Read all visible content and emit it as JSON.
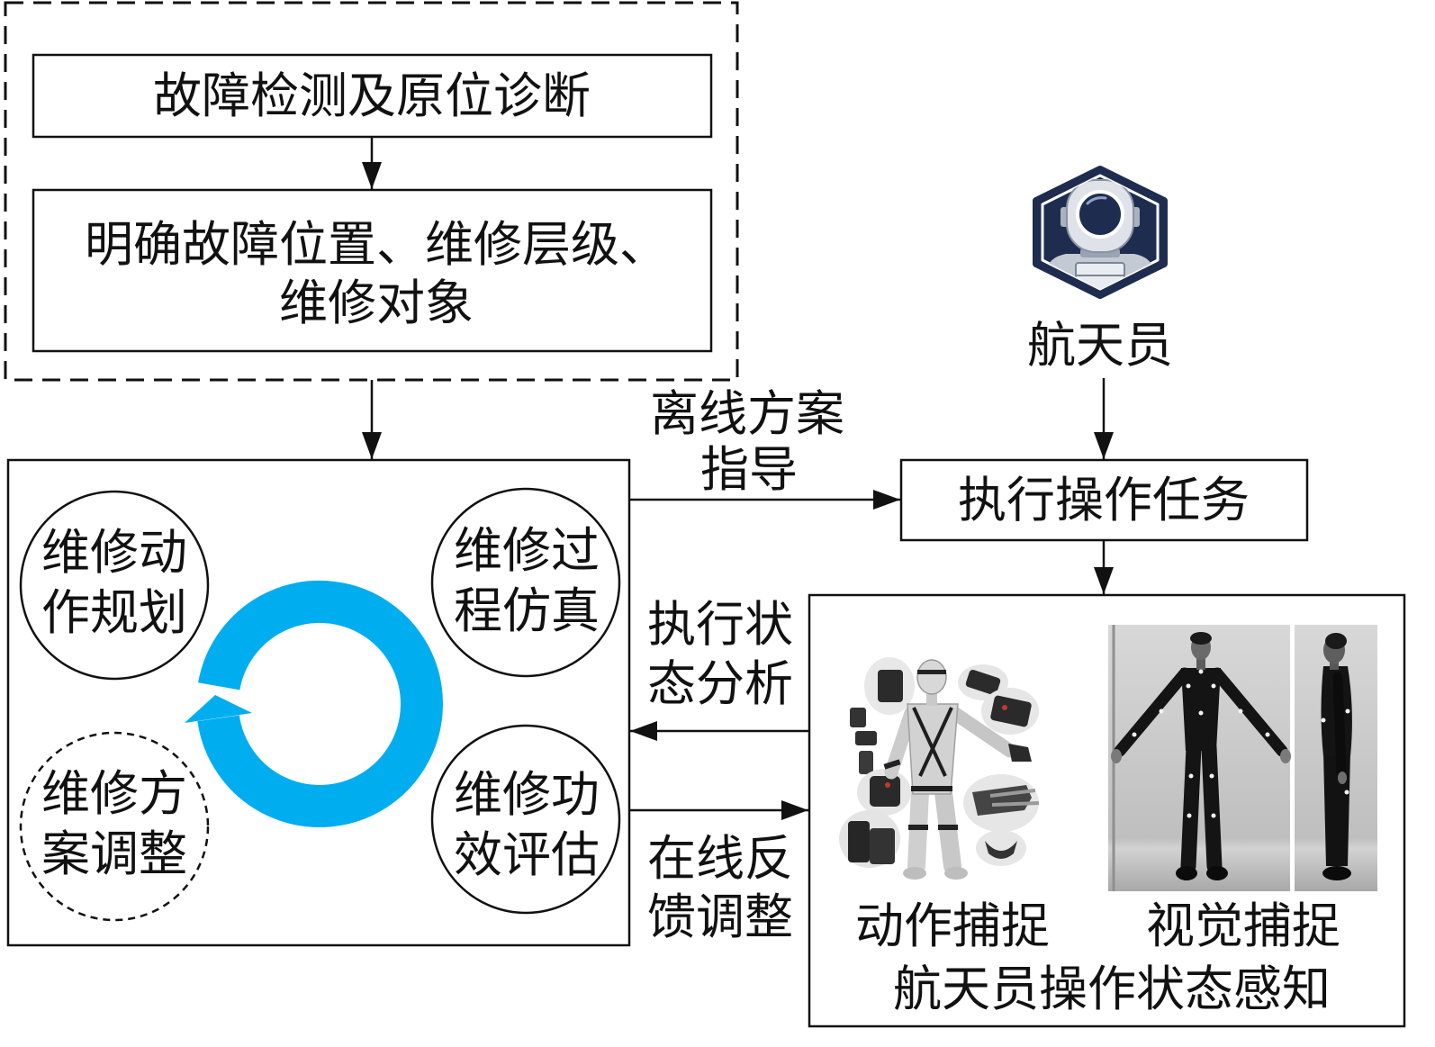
{
  "fault_detection": {
    "label": "故障检测及原位诊断"
  },
  "fault_localization": {
    "line1": "明确故障位置、维修层级、",
    "line2": "维修对象"
  },
  "maintenance_cycle": {
    "action_planning": {
      "line1": "维修动",
      "line2": "作规划"
    },
    "process_simulation": {
      "line1": "维修过",
      "line2": "程仿真"
    },
    "plan_adjustment": {
      "line1": "维修方",
      "line2": "案调整"
    },
    "efficacy_evaluation": {
      "line1": "维修功",
      "line2": "效评估"
    }
  },
  "astronaut": {
    "label": "航天员",
    "icon": "astronaut-badge-icon"
  },
  "task": {
    "label": "执行操作任务"
  },
  "flows": {
    "offline_guidance": {
      "line1": "离线方案",
      "line2": "指导"
    },
    "status_analysis": {
      "line1": "执行状",
      "line2": "态分析"
    },
    "online_feedback": {
      "line1": "在线反",
      "line2": "馈调整"
    }
  },
  "perception": {
    "motion_capture_label": "动作捕捉",
    "visual_capture_label": "视觉捕捉",
    "title": "航天员操作状态感知"
  },
  "colors": {
    "cycle_ring": "#00AEEF",
    "astronaut_badge": "#1E2D4F",
    "line": "#111111"
  }
}
